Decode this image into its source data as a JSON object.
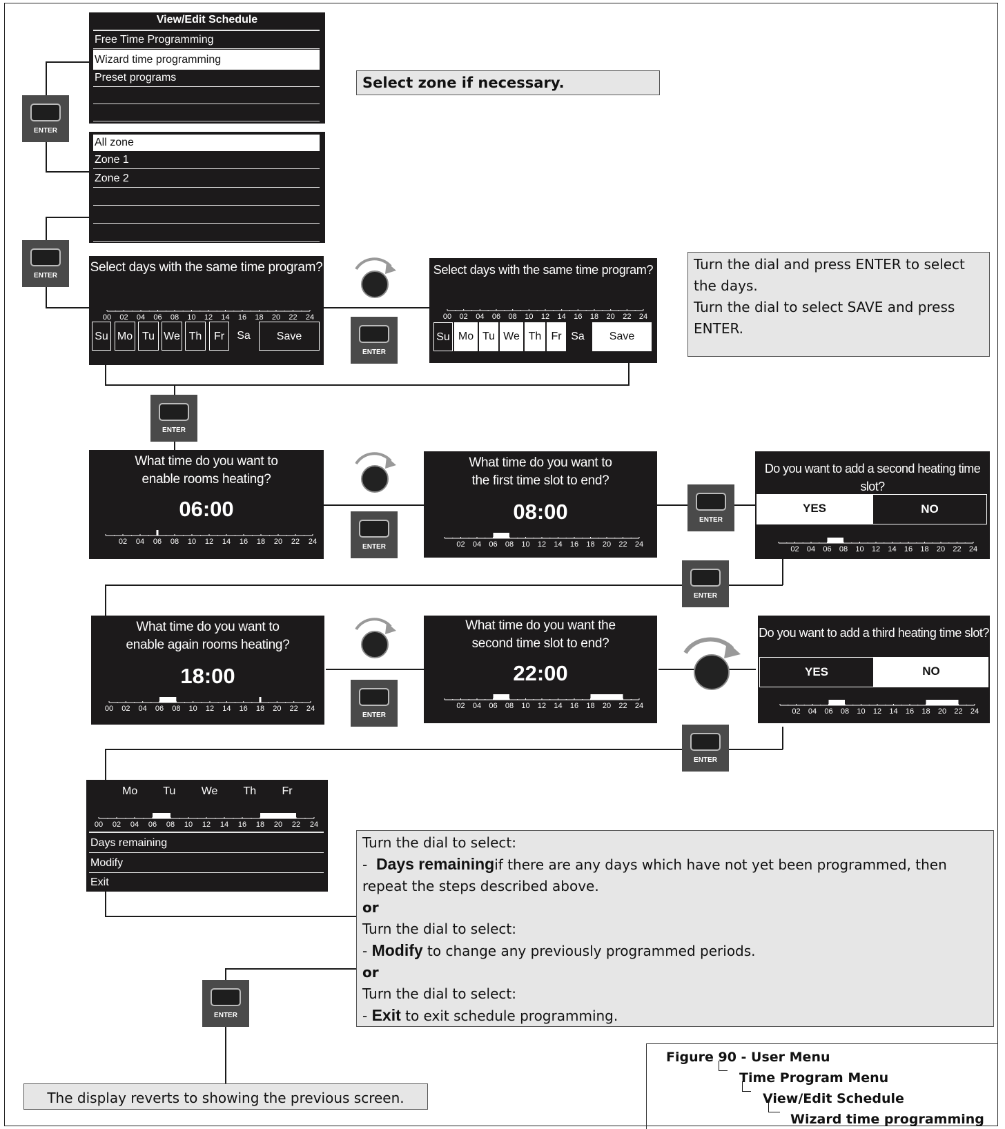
{
  "colors": {
    "screen_bg": "#1c1a1b",
    "note_bg": "#e6e6e6",
    "enter_bg": "#4a4a4a"
  },
  "icons": {
    "enter": "enter-key-icon",
    "dial": "rotary-dial-icon"
  },
  "enter_label": "ENTER",
  "menu_screen": {
    "title": "View/Edit Schedule",
    "items": [
      "Free Time Programming",
      "Wizard time programming",
      "Preset programs"
    ],
    "selected_index": 1
  },
  "zone_screen": {
    "items": [
      "All zone",
      "Zone 1",
      "Zone 2"
    ],
    "selected_index": 0
  },
  "zone_note": "Select zone if necessary.",
  "ticks": [
    "02",
    "04",
    "06",
    "08",
    "10",
    "12",
    "14",
    "16",
    "18",
    "20",
    "22",
    "24"
  ],
  "ticks_full": [
    "00",
    "02",
    "04",
    "06",
    "08",
    "10",
    "12",
    "14",
    "16",
    "18",
    "20",
    "22",
    "24"
  ],
  "days_screen_a": {
    "question": "Select days with the same time program?",
    "days": [
      "Su",
      "Mo",
      "Tu",
      "We",
      "Th",
      "Fr",
      "Sa"
    ],
    "save_label": "Save"
  },
  "days_screen_b": {
    "question": "Select days with the same time program?",
    "days": [
      "Su",
      "Mo",
      "Tu",
      "We",
      "Th",
      "Fr",
      "Sa"
    ],
    "save_label": "Save"
  },
  "days_note": [
    "Turn the dial and press ENTER to select",
    "the days.",
    "Turn the dial to select SAVE and press",
    "ENTER."
  ],
  "start1": {
    "question": [
      "What time do you want to",
      "enable rooms heating?"
    ],
    "time": "06:00"
  },
  "end1": {
    "question": [
      "What time do you want to",
      "the first time slot to end?"
    ],
    "time": "08:00"
  },
  "second_slot": {
    "question": "Do you want to add a second heating time slot?",
    "yes": "YES",
    "no": "NO",
    "selected": "YES"
  },
  "start2": {
    "question": [
      "What time do you want to",
      "enable again rooms heating?"
    ],
    "time": "18:00"
  },
  "end2": {
    "question": [
      "What time do you want the",
      "second time slot to end?"
    ],
    "time": "22:00"
  },
  "third_slot": {
    "question": "Do you want to add a third heating time slot?",
    "yes": "YES",
    "no": "NO",
    "selected": "NO"
  },
  "summary_screen": {
    "days": [
      "Mo",
      "Tu",
      "We",
      "Th",
      "Fr"
    ],
    "items": [
      "Days remaining",
      "Modify",
      "Exit"
    ]
  },
  "final_note": {
    "line1": "Turn the dial to select:",
    "days_prefix": "-",
    "days_bold": "Days remaining",
    "days_rest": "if there are any days which have not yet been programmed, then",
    "days_rest2": "repeat the steps described above.",
    "or1": "or",
    "line2": "Turn the dial to select:",
    "modify_prefix": "-",
    "modify_bold": "Modify",
    "modify_rest": "to change any previously programmed periods.",
    "or2": "or",
    "line3": "Turn the dial to select:",
    "exit_prefix": "-",
    "exit_bold": "Exit",
    "exit_rest": "to exit schedule programming."
  },
  "revert_note": "The display reverts to showing the previous screen.",
  "caption": {
    "figure": "Figure 90 - User Menu",
    "level1": "Time Program Menu",
    "level2": "View/Edit Schedule",
    "level3": "Wizard time programming"
  }
}
